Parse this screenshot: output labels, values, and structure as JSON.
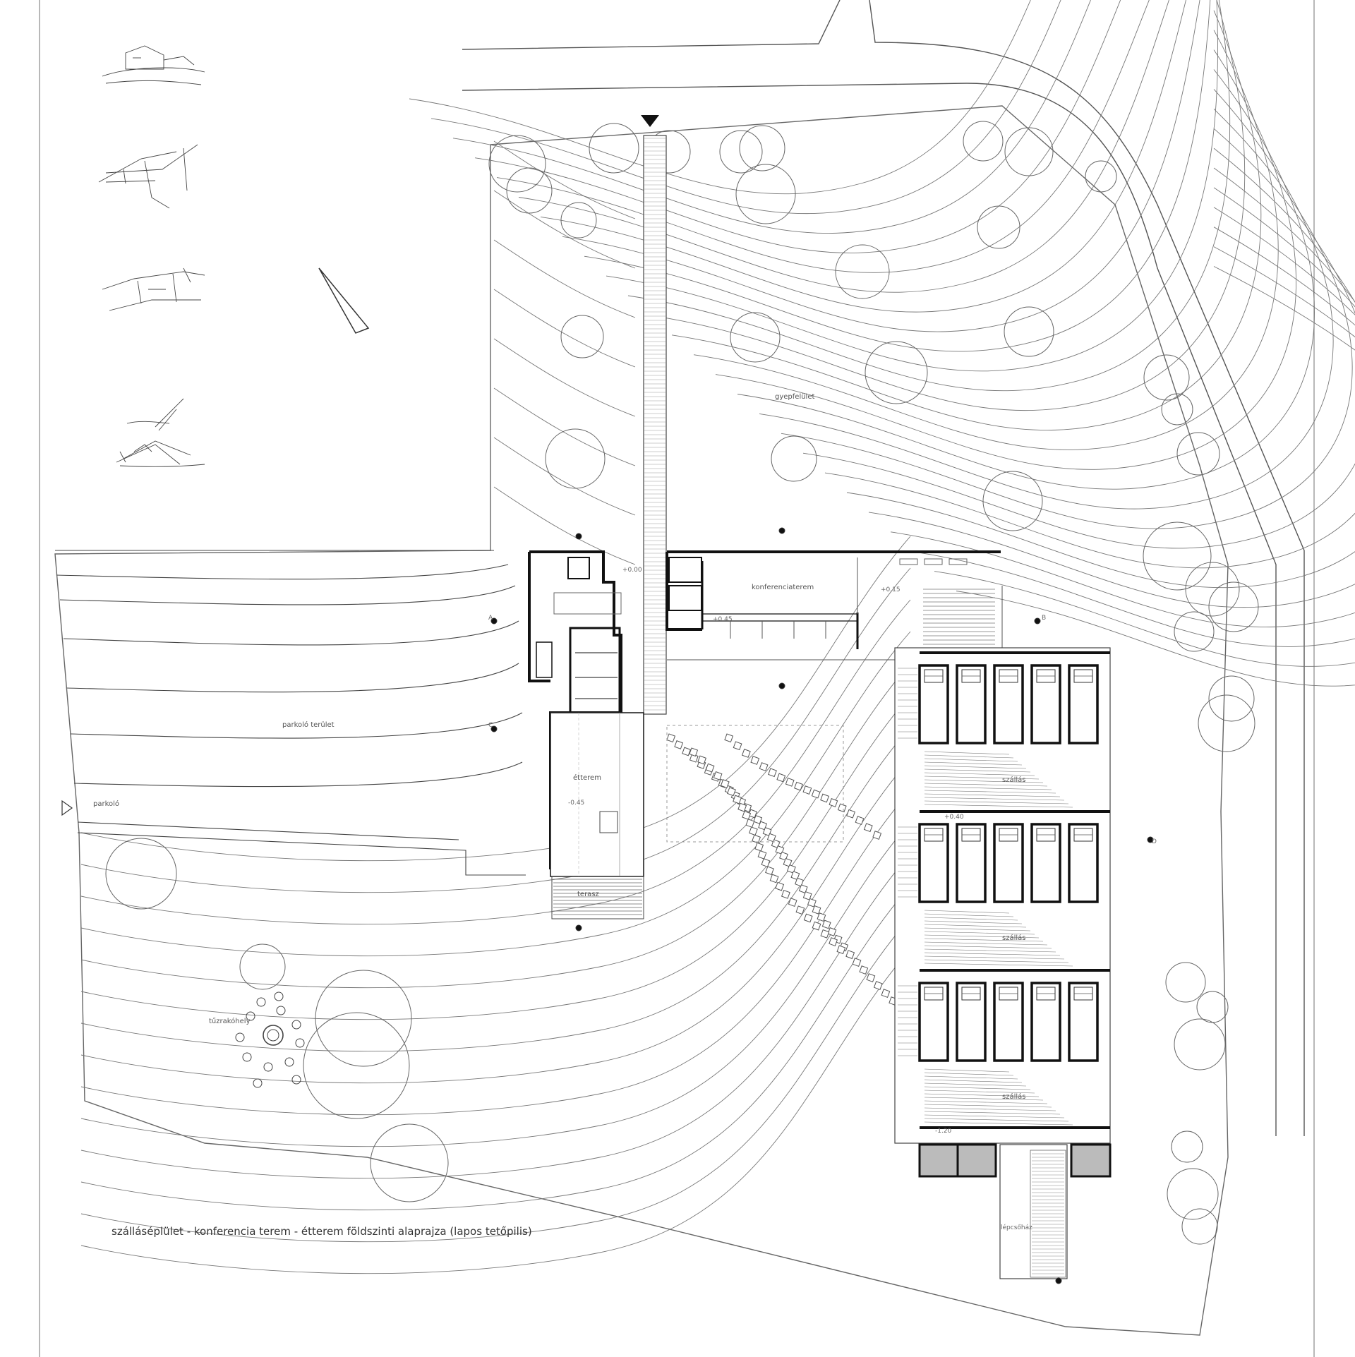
{
  "plan": {
    "caption": "szálláséplület - konferencia terem - étterem földszinti alaprajza (lapos tetőpilis)",
    "labels": {
      "meadow": "gyepfelület",
      "parking": "parkoló terület",
      "arrival": "parkoló",
      "fireplace": "tűzrakóhely",
      "conference": "konferenciaterem",
      "dining": "étterem",
      "terrace": "terasz",
      "unit_a": "szállás",
      "unit_b": "szállás",
      "unit_c": "szállás",
      "bridge": "lépcsőház",
      "level_1": "+0.00",
      "level_2": "+0.15",
      "level_3": "-0.45",
      "level_4": "+0.40",
      "level_5": "-1.20",
      "level_6": "+0.45",
      "section_a": "A",
      "section_b": "B",
      "section_c": "C",
      "section_d": "D"
    }
  }
}
